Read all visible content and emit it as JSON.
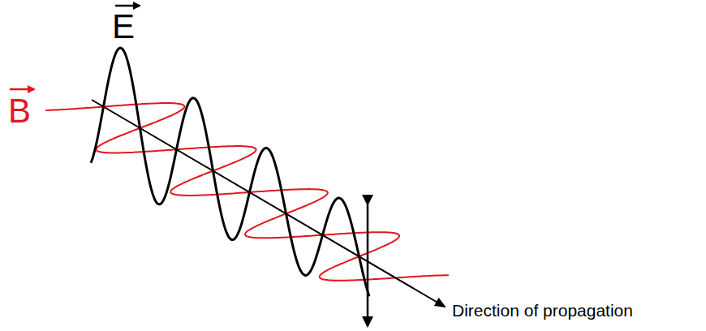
{
  "diagram": {
    "labels": [
      "E",
      "B",
      "Direction of propagation"
    ]
  }
}
